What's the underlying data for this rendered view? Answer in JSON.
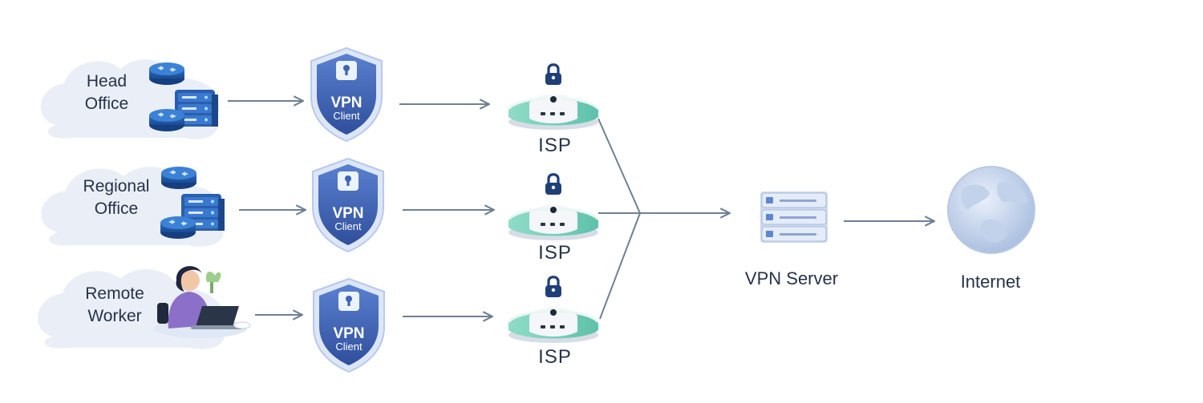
{
  "sites": [
    {
      "line1": "Head",
      "line2": "Office"
    },
    {
      "line1": "Regional",
      "line2": "Office"
    },
    {
      "line1": "Remote",
      "line2": "Worker"
    }
  ],
  "vpn_client": {
    "line1": "VPN",
    "line2": "Client"
  },
  "isp": {
    "label": "ISP"
  },
  "vpn_server": {
    "label": "VPN Server"
  },
  "internet": {
    "label": "Internet"
  },
  "icons": {
    "router": "router-icon",
    "server_rack": "server-rack-icon",
    "shield": "shield-icon",
    "lock": "padlock-icon",
    "isp_device": "isp-router-icon",
    "vpn_server": "vpn-server-icon",
    "globe": "globe-icon",
    "person": "remote-worker-icon"
  },
  "colors": {
    "shield_blue": "#3f63b5",
    "device_teal": "#7fd3bf",
    "line": "#6f8093",
    "label_text": "#26324a",
    "cloud": "#e9eef6"
  }
}
